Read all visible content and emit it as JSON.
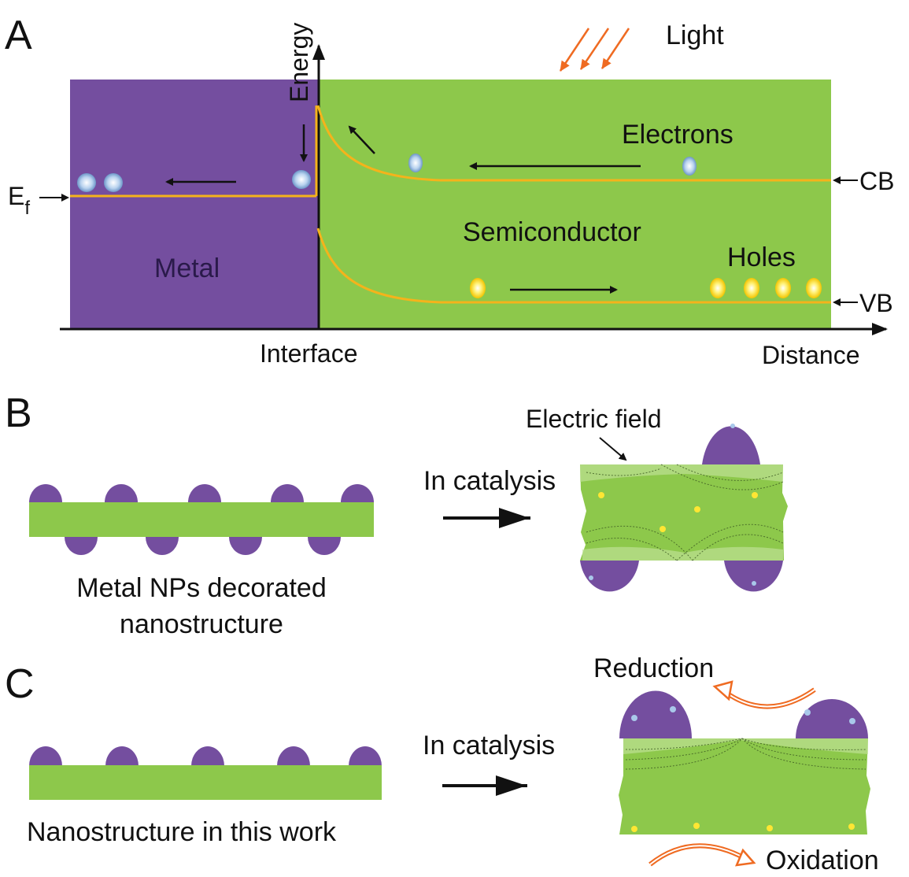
{
  "colors": {
    "metal": "#744e9f",
    "semiconductor": "#8dc84b",
    "band_line": "#f5b31b",
    "light_arrow": "#ef6b22",
    "electron": "#a9c8ea",
    "hole": "#ffe633",
    "depletion": "#c2e29a"
  },
  "panel_a": {
    "label": "A",
    "y_axis": "Energy",
    "x_axis": "Distance",
    "interface_label": "Interface",
    "light_label": "Light",
    "electrons_label": "Electrons",
    "holes_label": "Holes",
    "metal_label": "Metal",
    "semiconductor_label": "Semiconductor",
    "ef_label_main": "E",
    "ef_label_sub": "f",
    "cb_label": "CB",
    "vb_label": "VB"
  },
  "panel_b": {
    "label": "B",
    "caption_line1": "Metal NPs decorated",
    "caption_line2": "nanostructure",
    "arrow_label": "In catalysis",
    "field_label": "Electric field"
  },
  "panel_c": {
    "label": "C",
    "caption": "Nanostructure in this work",
    "arrow_label": "In catalysis",
    "reduction_label": "Reduction",
    "oxidation_label": "Oxidation"
  }
}
